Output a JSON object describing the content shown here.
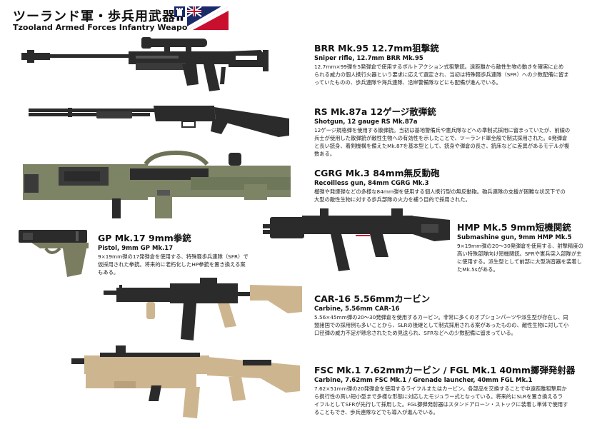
{
  "header": {
    "title_jp": "ツーランド軍・歩兵用武器Ⅱ",
    "title_en": "Tzooland Armed Forces Infantry Weapons:II"
  },
  "colors": {
    "gun_black": "#2b2b2b",
    "gun_olive": "#7d8466",
    "gun_tan": "#cdb58f",
    "flag_blue": "#1b2a6b",
    "flag_red": "#c8102e"
  },
  "weapons": [
    {
      "title": "BRR Mk.95 12.7mm狙撃銃",
      "subtitle": "Sniper rifle, 12.7mm BRR Mk.95",
      "lines": [
        "12.7mm×99弾を5発弾倉で使用するボルトアクション式狙撃銃。遠距離から敵性生物の動きを確実に止め",
        "られる威力の個人携行火器という要求に応えて選定され、当初は特殊軽歩兵連隊（SFR）への少数配備に留ま",
        "っていたものの、歩兵連隊や海兵連隊、沿岸警備隊などにも配備が進んでいる。"
      ]
    },
    {
      "title": "RS Mk.87a 12ゲージ散弾銃",
      "subtitle": "Shotgun, 12 gauge RS Mk.87a",
      "lines": [
        "12ゲージ規格弾を使用する散弾銃。当初は基地警備兵や憲兵隊などへの準制式採用に留まっていたが、前線の",
        "兵士が使用した散弾銃が敵性生物への有効性を示したことで、ツーランド軍全般で制式採用された。8発弾倉",
        "と長い銃身、着剣機構を備えたMk.87を基本型として、銃身や弾倉の長さ、銃床などに差異があるモデルが複",
        "数ある。"
      ]
    },
    {
      "title": "CGRG Mk.3 84mm無反動砲",
      "subtitle": "Recoilless gun, 84mm CGRG Mk.3",
      "lines": [
        "榴弾や発煙弾などの多様な84mm弾を使用する個人携行型の無反動砲。砲兵連隊の支援が困難な状況下での",
        "大型の敵性生物に対する歩兵部隊の火力を補う目的で採用された。"
      ]
    },
    {
      "title": "GP Mk.17 9mm拳銃",
      "subtitle": "Pistol, 9mm GP Mk.17",
      "lines": [
        "9×19mm弾の17発弾倉を使用する、特殊軽歩兵連隊（SFR）で",
        "仮採用された拳銃。将来的に老朽化したHP拳銃を置き換える案",
        "もある。"
      ]
    },
    {
      "title": "HMP Mk.5 9mm短機関銃",
      "subtitle": "Submashine gun, 9mm HMP Mk.5",
      "lines": [
        "9×19mm弾の20～30発弾倉を使用する、射撃精度の",
        "高い特殊部隊向け短機関銃。SFRや憲兵突入部隊が主",
        "に使用する。派生型として前部に大型消音器を装着し",
        "たMk.5sがある。"
      ]
    },
    {
      "title": "CAR-16 5.56mmカービン",
      "subtitle": "Carbine, 5.56mm CAR-16",
      "lines": [
        "5.56×45mm弾の20～30発弾倉を使用するカービン。非常に多くのオプションパーツや派生型が存在し、同",
        "盟諸国での採用例も多いことから、SLRの後継として制式採用される案があったものの、敵性生物に対して小",
        "口径弾の威力不足が懸念されたため見送られ、SFRなどへの少数配備に留まっている。"
      ]
    },
    {
      "title": "FSC Mk.1 7.62mmカービン / FGL Mk.1 40mm擲弾発射器",
      "subtitle": "Carbine, 7.62mm FSC Mk.1 / Grenade launcher, 40mm FGL Mk.1",
      "lines": [
        "7.62×51mm弾の20発弾倉を使用するライフルまたはカービン。各部品を交換することで中遠距離狙撃用か",
        "ら携行性の高い短小型まで多様な形態に対応したモジュラー式となっている。将来的にSLRを置き換えるラ",
        "イフルとしてSFRが先行して採用した。FGL擲弾発射器はスタンドアローン・ストックに装着し単体で使用す",
        "ることもでき、歩兵連隊などでも導入が進んでいる。"
      ]
    }
  ]
}
